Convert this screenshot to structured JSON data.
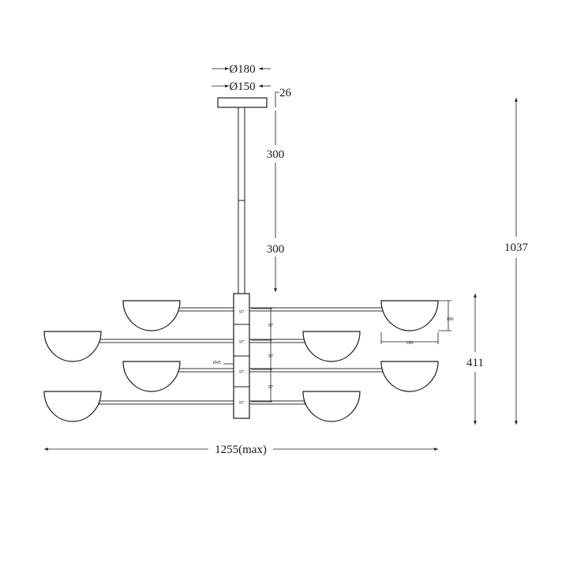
{
  "dimensions": {
    "canopy_outer_diameter": "Ø180",
    "canopy_inner_diameter": "Ø150",
    "canopy_height": "26",
    "rod_upper": "300",
    "rod_lower": "300",
    "total_height": "1037",
    "body_height": "411",
    "max_width": "1255(max)",
    "shade_depth": "100",
    "shade_width": "180",
    "column_diameter": "Ø45",
    "tier_spacing": [
      "97",
      "97",
      "97"
    ],
    "segment_labels": [
      "97",
      "97",
      "97",
      "97"
    ]
  }
}
